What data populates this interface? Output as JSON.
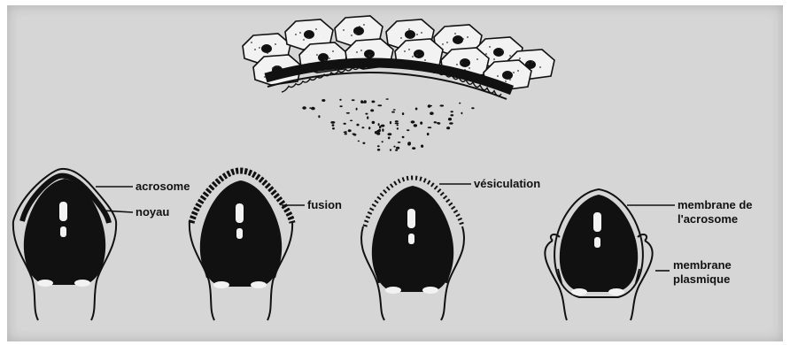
{
  "labels": {
    "acrosome": "acrosome",
    "noyau": "noyau",
    "fusion": "fusion",
    "vesiculation": "vésiculation",
    "membrane_acrosome_line1": "membrane de",
    "membrane_acrosome_line2": "l'acrosome",
    "membrane_plasmique_line1": "membrane",
    "membrane_plasmique_line2": "plasmique"
  },
  "colors": {
    "background": "#d6d6d6",
    "ink": "#111111",
    "cell_fill": "#f2f2f2"
  }
}
